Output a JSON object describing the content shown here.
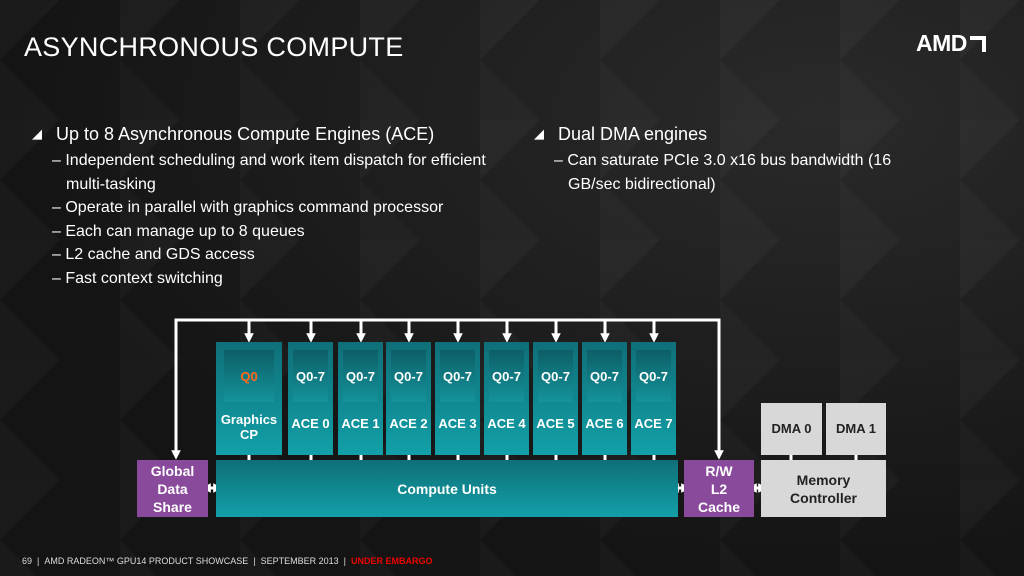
{
  "title": "ASYNCHRONOUS COMPUTE",
  "logo": "AMD",
  "left": {
    "heading": "Up to 8 Asynchronous Compute Engines (ACE)",
    "items": [
      "Independent scheduling and work item dispatch for efficient multi-tasking",
      "Operate in parallel with graphics command processor",
      "Each can manage up to 8 queues",
      "L2 cache and GDS access",
      "Fast context switching"
    ]
  },
  "right": {
    "heading": "Dual DMA engines",
    "items": [
      "Can saturate PCIe 3.0 x16 bus bandwidth (16 GB/sec bidirectional)"
    ]
  },
  "diagram": {
    "gcp": {
      "queue": "Q0",
      "label": "Graphics CP",
      "queue_color": "#ff6a1a"
    },
    "aces": [
      {
        "queue": "Q0-7",
        "label": "ACE 0"
      },
      {
        "queue": "Q0-7",
        "label": "ACE 1"
      },
      {
        "queue": "Q0-7",
        "label": "ACE 2"
      },
      {
        "queue": "Q0-7",
        "label": "ACE 3"
      },
      {
        "queue": "Q0-7",
        "label": "ACE 4"
      },
      {
        "queue": "Q0-7",
        "label": "ACE 5"
      },
      {
        "queue": "Q0-7",
        "label": "ACE 6"
      },
      {
        "queue": "Q0-7",
        "label": "ACE 7"
      }
    ],
    "compute_units": "Compute Units",
    "gds": "Global Data Share",
    "l2": "R/W L2 Cache",
    "dma": [
      "DMA 0",
      "DMA 1"
    ],
    "memory": "Memory Controller"
  },
  "footer": {
    "page": "69",
    "event": "AMD RADEON™ GPU14 PRODUCT SHOWCASE",
    "date": "SEPTEMBER 2013",
    "embargo": "UNDER EMBARGO"
  }
}
